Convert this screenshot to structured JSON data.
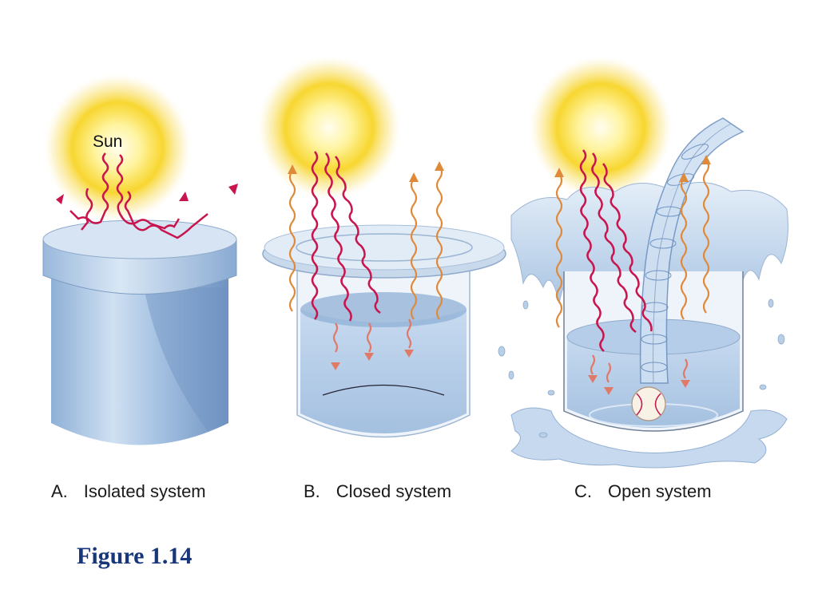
{
  "sun_label": "Sun",
  "panels": [
    {
      "letter": "A.",
      "label": "Isolated system"
    },
    {
      "letter": "B.",
      "label": "Closed system"
    },
    {
      "letter": "C.",
      "label": "Open system"
    }
  ],
  "figure_label": "Figure 1.14",
  "colors": {
    "sun_core": "#fffbe0",
    "sun_glow": "#f7d21a",
    "incoming_rays": "#c8154e",
    "outgoing_rays": "#de8a3a",
    "container": "#b8cfe6",
    "water": "#a9c6e2",
    "figure_label": "#17377a"
  }
}
